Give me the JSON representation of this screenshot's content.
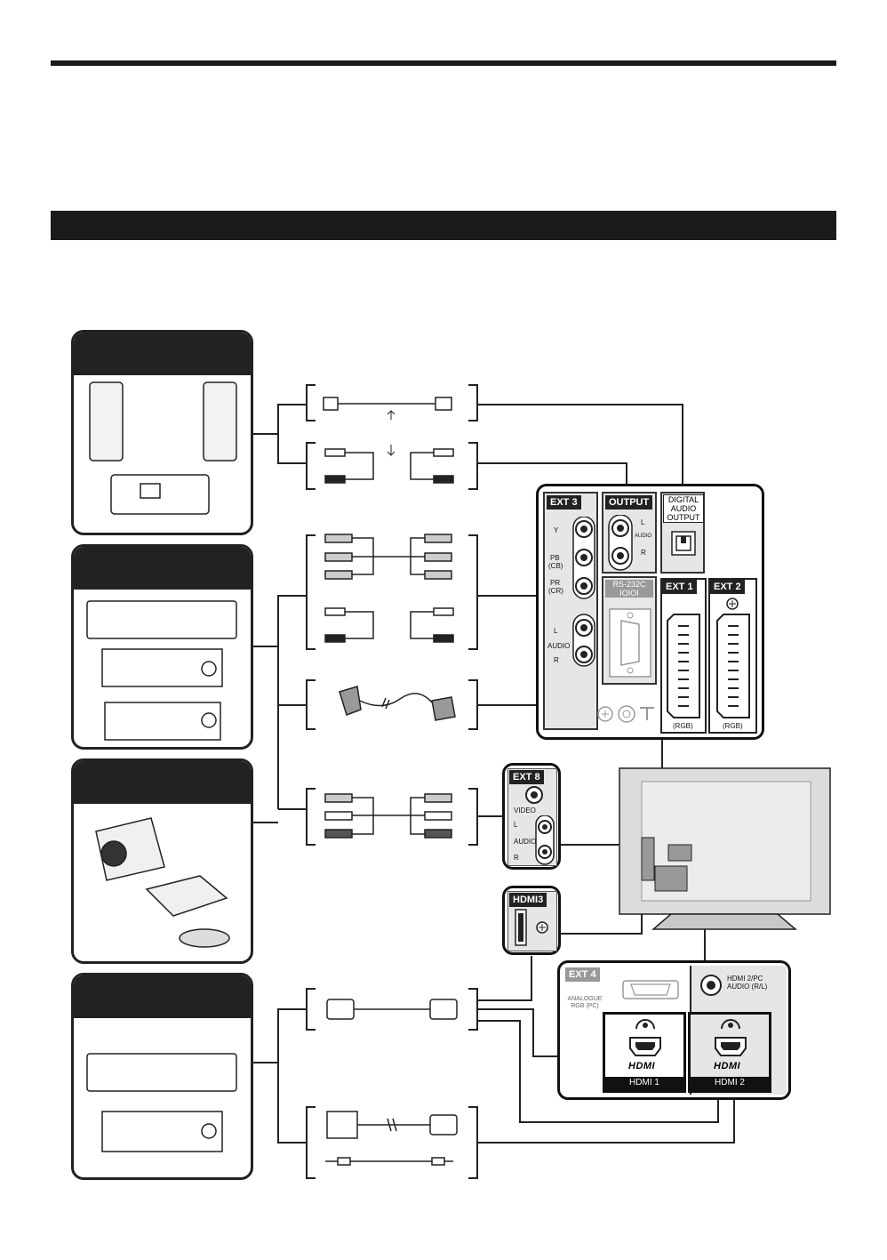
{
  "connectors": {
    "ext3": {
      "label": "EXT 3",
      "y": "Y",
      "pb": "PB",
      "pb_sub": "(CB)",
      "pr": "PR",
      "pr_sub": "(CR)",
      "l": "L",
      "audio": "AUDIO",
      "r": "R"
    },
    "output": {
      "label": "OUTPUT",
      "l": "L",
      "audio": "AUDIO",
      "r": "R"
    },
    "digital_audio": {
      "line1": "DIGITAL",
      "line2": "AUDIO",
      "line3": "OUTPUT"
    },
    "rs232c": {
      "label": "RS-232C",
      "sub": "IOIOI"
    },
    "ext1": {
      "label": "EXT 1",
      "sub": "(RGB)"
    },
    "ext2": {
      "label": "EXT 2",
      "sub": "(RGB)"
    },
    "ext8": {
      "label": "EXT 8",
      "video": "VIDEO",
      "l": "L",
      "audio": "AUDIO",
      "r": "R"
    },
    "hdmi3": {
      "label": "HDMI3"
    },
    "ext4": {
      "label": "EXT 4",
      "sub1": "ANALOGUE",
      "sub2": "RGB (PC)"
    },
    "hdmi2_audio": {
      "line1": "HDMI 2/PC",
      "line2": "AUDIO (R/L)"
    },
    "hdmi1": {
      "logo": "HDMI",
      "label": "HDMI 1"
    },
    "hdmi2": {
      "logo": "HDMI",
      "label": "HDMI 2"
    }
  },
  "colors": {
    "dark": "#1a1a1a",
    "panel_grey": "#e6e6e6",
    "tv_grey": "#dcdcdc",
    "line": "#222222"
  }
}
